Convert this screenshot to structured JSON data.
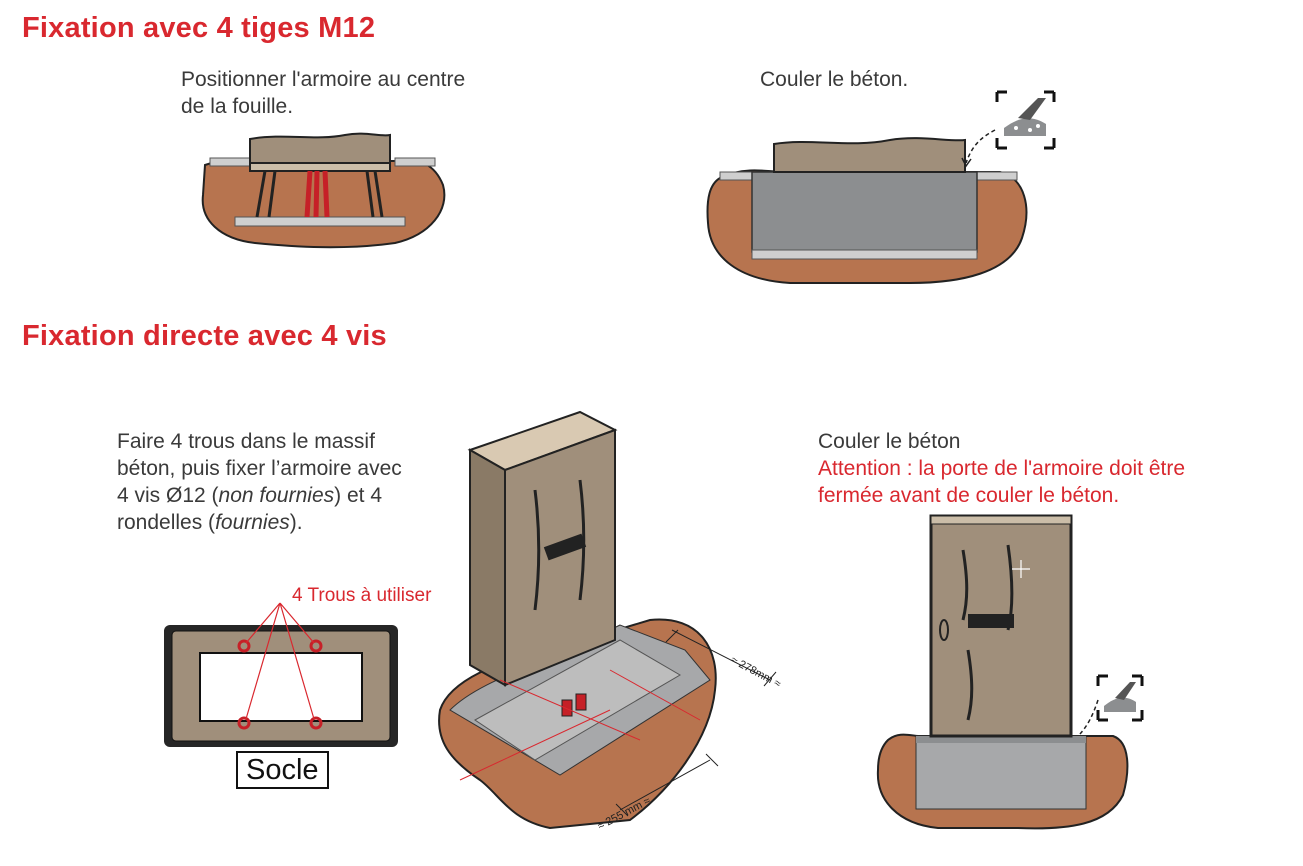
{
  "section1": {
    "title": "Fixation avec 4 tiges M12",
    "step1_line1": "Positionner l'armoire au centre",
    "step1_line2": "de la fouille.",
    "step2": "Couler le béton."
  },
  "section2": {
    "title": "Fixation directe avec 4 vis",
    "instr_line1": "Faire 4 trous dans le massif",
    "instr_line2": "béton, puis fixer l’armoire avec",
    "instr_line3_a": "4 vis Ø12 (",
    "instr_line3_b": "non fournies",
    "instr_line3_c": ") et 4",
    "instr_line4_a": "rondelles (",
    "instr_line4_b": "fournies",
    "instr_line4_c": ").",
    "holes_label": "4 Trous à utiliser",
    "socle_label": "Socle",
    "dim1": "≈ 278mm ≈",
    "dim2": "≈ 255 mm ≈",
    "pour_title": "Couler le béton",
    "warn_line1": "Attention : la porte de l'armoire doit être",
    "warn_line2": "fermée avant de couler le béton."
  },
  "colors": {
    "heading": "#d9282f",
    "soil": "#b7744f",
    "concrete": "#8c8e90",
    "cabinet": "#a08f7b"
  }
}
